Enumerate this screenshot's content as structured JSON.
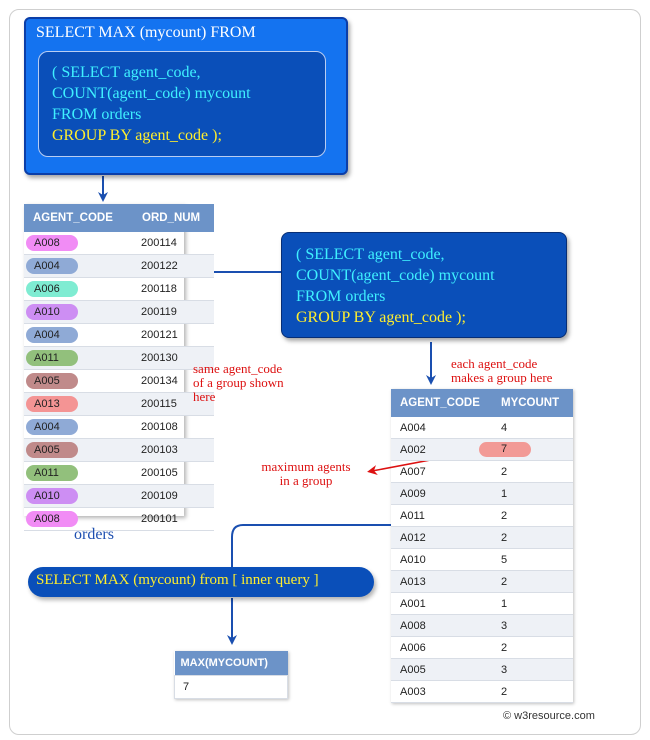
{
  "outer_query": {
    "head": "SELECT MAX (mycount) FROM",
    "lines": [
      "( SELECT agent_code,",
      "COUNT(agent_code) mycount",
      "FROM orders",
      "GROUP BY agent_code );"
    ]
  },
  "inner_query": {
    "lines": [
      "( SELECT agent_code,",
      "COUNT(agent_code) mycount",
      "FROM orders",
      "GROUP BY agent_code );"
    ]
  },
  "orders_table": {
    "columns": [
      "AGENT_CODE",
      "ORD_NUM"
    ],
    "rows": [
      {
        "code": "A008",
        "ord": "200114",
        "color": "#f18cf5"
      },
      {
        "code": "A004",
        "ord": "200122",
        "color": "#8faad6"
      },
      {
        "code": "A006",
        "ord": "200118",
        "color": "#7fecd2"
      },
      {
        "code": "A010",
        "ord": "200119",
        "color": "#cd8ef3"
      },
      {
        "code": "A004",
        "ord": "200121",
        "color": "#8faad6"
      },
      {
        "code": "A011",
        "ord": "200130",
        "color": "#92c07c"
      },
      {
        "code": "A005",
        "ord": "200134",
        "color": "#c08a8a"
      },
      {
        "code": "A013",
        "ord": "200115",
        "color": "#f49494"
      },
      {
        "code": "A004",
        "ord": "200108",
        "color": "#8faad6"
      },
      {
        "code": "A005",
        "ord": "200103",
        "color": "#c08a8a"
      },
      {
        "code": "A011",
        "ord": "200105",
        "color": "#92c07c"
      },
      {
        "code": "A010",
        "ord": "200109",
        "color": "#cd8ef3"
      },
      {
        "code": "A008",
        "ord": "200101",
        "color": "#f18cf5"
      }
    ],
    "caption": "orders"
  },
  "group_table": {
    "columns": [
      "AGENT_CODE",
      "MYCOUNT"
    ],
    "rows": [
      {
        "code": "A004",
        "count": "4"
      },
      {
        "code": "A002",
        "count": "7",
        "highlight": true
      },
      {
        "code": "A007",
        "count": "2"
      },
      {
        "code": "A009",
        "count": "1"
      },
      {
        "code": "A011",
        "count": "2"
      },
      {
        "code": "A012",
        "count": "2"
      },
      {
        "code": "A010",
        "count": "5"
      },
      {
        "code": "A013",
        "count": "2"
      },
      {
        "code": "A001",
        "count": "1"
      },
      {
        "code": "A008",
        "count": "3"
      },
      {
        "code": "A006",
        "count": "2"
      },
      {
        "code": "A005",
        "count": "3"
      },
      {
        "code": "A003",
        "count": "2"
      }
    ]
  },
  "result_table": {
    "column": "MAX(MYCOUNT)",
    "value": "7"
  },
  "notes": {
    "same_group": [
      "same agent_code",
      "of a group shown",
      "here"
    ],
    "each_group": [
      "each agent_code",
      "makes a group here"
    ],
    "max_agents": [
      "maximum agents",
      "in a group"
    ]
  },
  "final_query": "SELECT MAX (mycount) from [ inner query ]",
  "footer": "© w3resource.com"
}
